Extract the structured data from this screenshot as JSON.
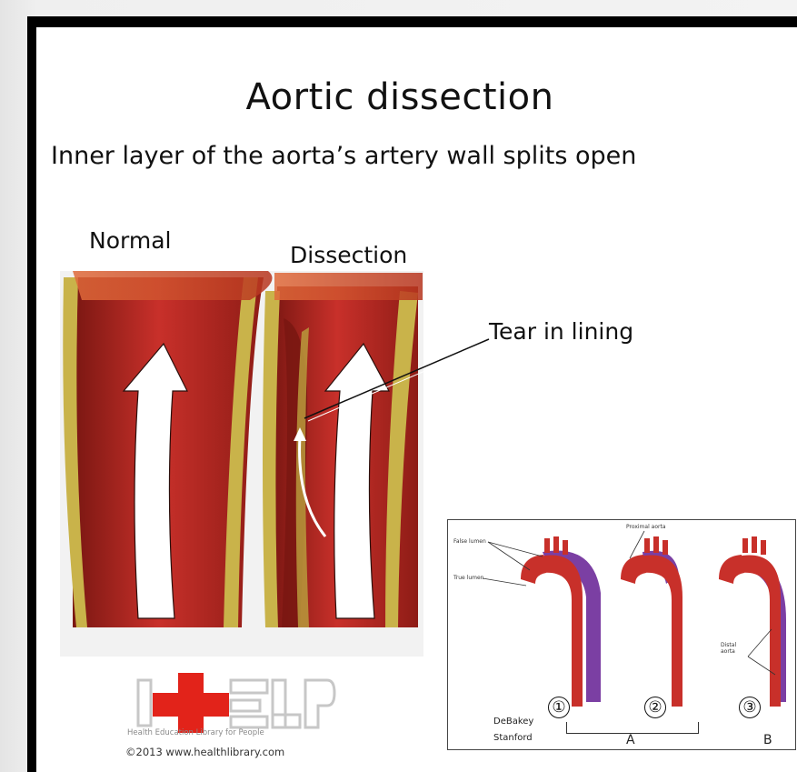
{
  "title": "Aortic dissection",
  "subtitle": "Inner layer of the aorta’s artery wall splits open",
  "labels": {
    "normal": "Normal",
    "dissection": "Dissection",
    "tear": "Tear in lining"
  },
  "classification": {
    "annotations": {
      "false_lumen": "False lumen",
      "true_lumen": "True lumen",
      "proximal_aorta": "Proximal aorta",
      "distal_aorta": "Distal aorta"
    },
    "numbers": [
      "①",
      "②",
      "③"
    ],
    "system_debakey": "DeBakey",
    "system_stanford": "Stanford",
    "group_a": "A",
    "group_b": "B"
  },
  "logo": {
    "tagline": "Health Education Library for People",
    "copyright": "©2013 www.healthlibrary.com"
  },
  "colors": {
    "aorta_red": "#c8302a",
    "wall_gold": "#c9b34a",
    "false_lumen_purple": "#7b3fa3",
    "arrow_white": "#ffffff"
  }
}
